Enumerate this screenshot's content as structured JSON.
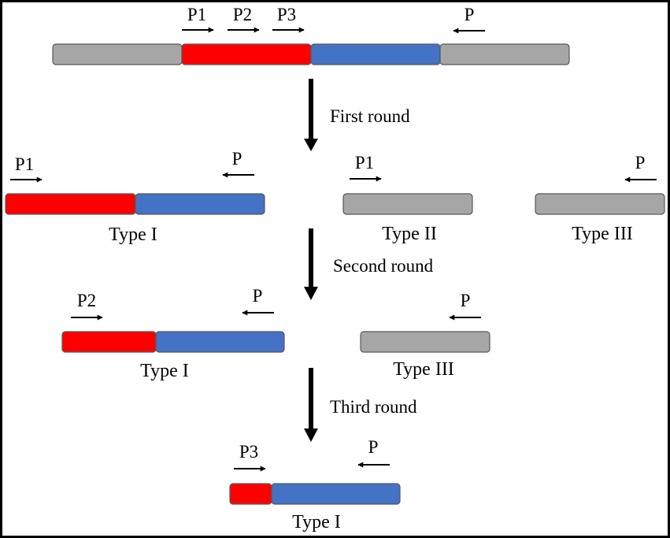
{
  "colors": {
    "red_segment": "#ff0000",
    "blue_segment": "#4472c4",
    "gray_segment": "#a6a6a6",
    "outline": "#595959",
    "arrow": "#000000"
  },
  "primers": {
    "p1": "P1",
    "p2": "P2",
    "p3": "P3",
    "p": "P"
  },
  "rounds": {
    "first": "First round",
    "second": "Second round",
    "third": "Third round"
  },
  "types": {
    "type1": "Type I",
    "type2": "Type II",
    "type3": "Type III"
  }
}
